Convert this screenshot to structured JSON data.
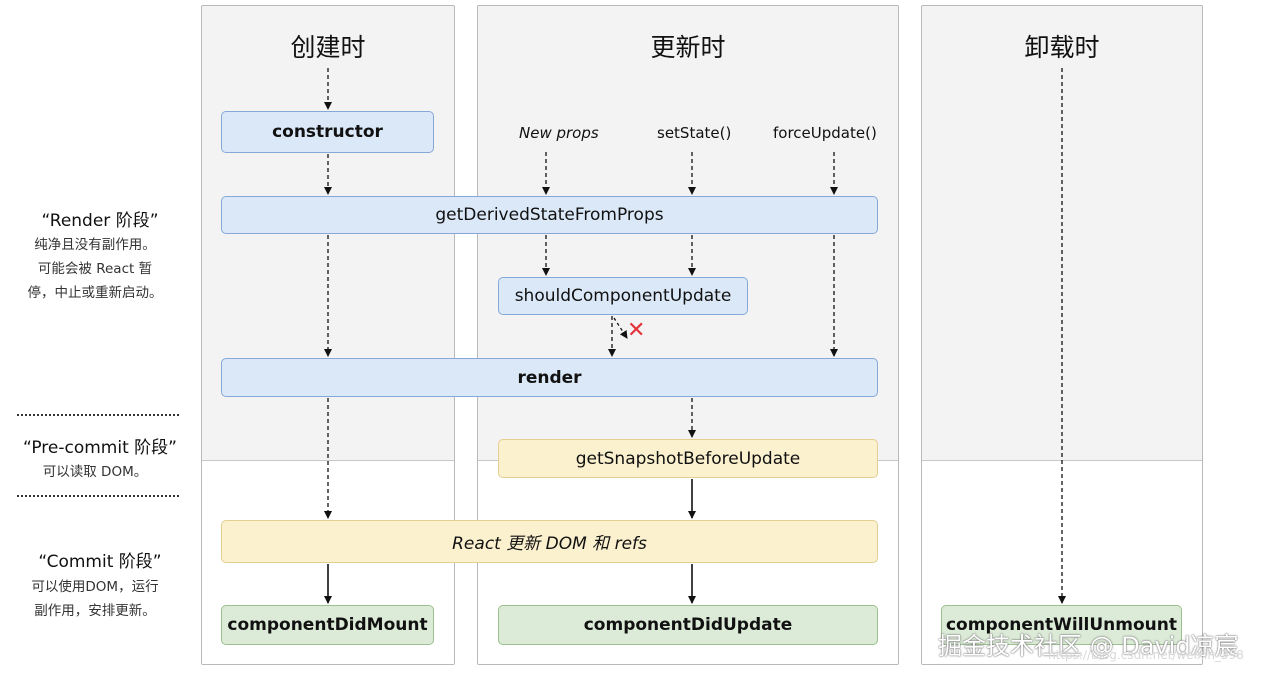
{
  "columns": {
    "mount": "创建时",
    "update": "更新时",
    "unmount": "卸载时"
  },
  "phases": {
    "render": {
      "title": "“Render 阶段”",
      "desc": [
        "纯净且没有副作用。",
        "可能会被 React 暂",
        "停，中止或重新启动。"
      ]
    },
    "precommit": {
      "title": "“Pre-commit 阶段”",
      "desc": [
        "可以读取 DOM。"
      ]
    },
    "commit": {
      "title": "“Commit 阶段”",
      "desc": [
        "可以使用DOM，运行",
        "副作用，安排更新。"
      ]
    }
  },
  "triggers": {
    "new_props": "New props",
    "set_state": "setState()",
    "force_update": "forceUpdate()"
  },
  "methods": {
    "constructor": "constructor",
    "get_derived_state": "getDerivedStateFromProps",
    "should_component_update": "shouldComponentUpdate",
    "render": "render",
    "get_snapshot": "getSnapshotBeforeUpdate",
    "react_updates_dom": "React 更新 DOM 和 refs",
    "component_did_mount": "componentDidMount",
    "component_did_update": "componentDidUpdate",
    "component_will_unmount": "componentWillUnmount"
  },
  "colors": {
    "render_phase_box": "#dbe8f8",
    "precommit_box": "#fbf1cf",
    "commit_box": "#dcebd7",
    "cancel_mark": "#e5323b"
  },
  "watermark": {
    "text": "掘金技术社区 @ David凉宸",
    "url": "https://blog.csdn.net/weixin_398"
  }
}
